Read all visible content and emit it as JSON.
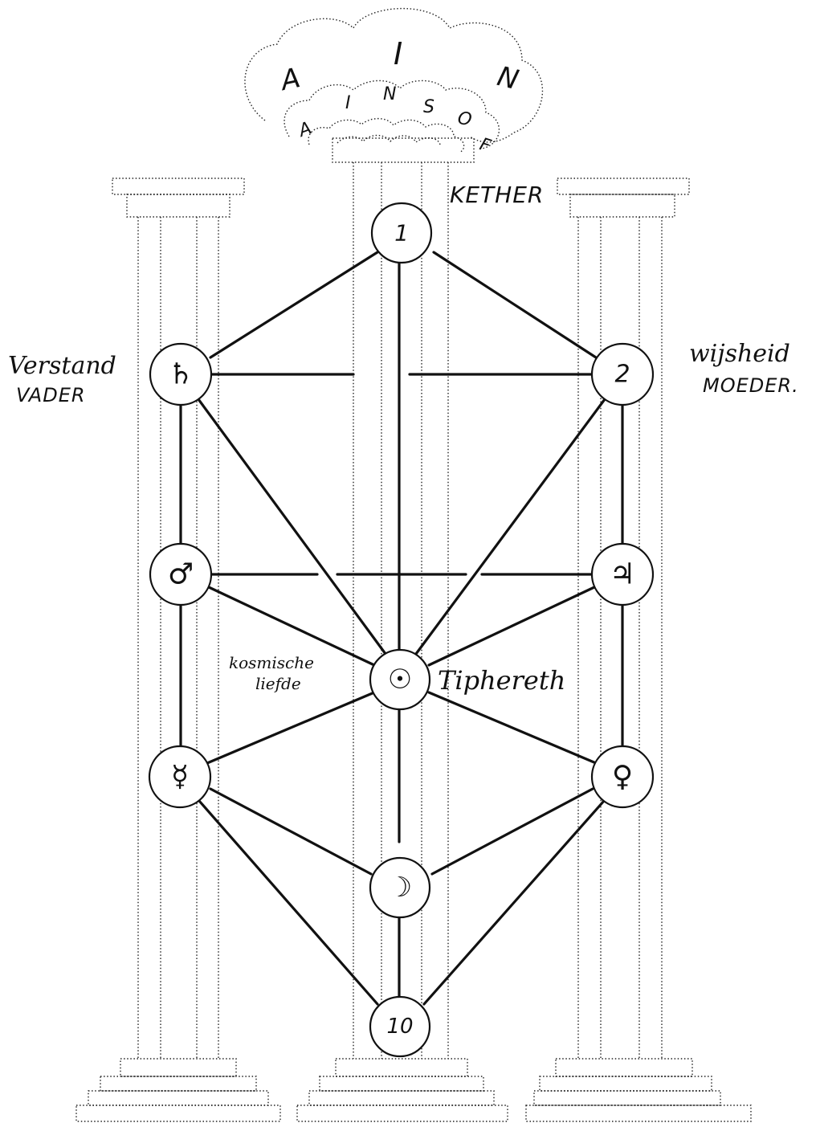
{
  "crown": {
    "outer_letters": [
      "A",
      "I",
      "N"
    ],
    "inner_letters": [
      "A",
      "I",
      "N",
      "S",
      "O",
      "F"
    ]
  },
  "labels": {
    "kether": "KETHER",
    "left_top": "Verstand",
    "left_bottom": "VADER",
    "right_top": "wijsheid",
    "right_bottom": "MOEDER.",
    "center_left_1": "kosmische",
    "center_left_2": "liefde",
    "tiphereth": "Tiphereth"
  },
  "sephiroth": {
    "kether": "1",
    "saturn": "♄",
    "chokmah": "2",
    "mars": "♂",
    "jupiter": "♃",
    "sun": "☉",
    "mercury": "☿",
    "venus": "♀",
    "moon": "☽",
    "malkuth": "10"
  }
}
